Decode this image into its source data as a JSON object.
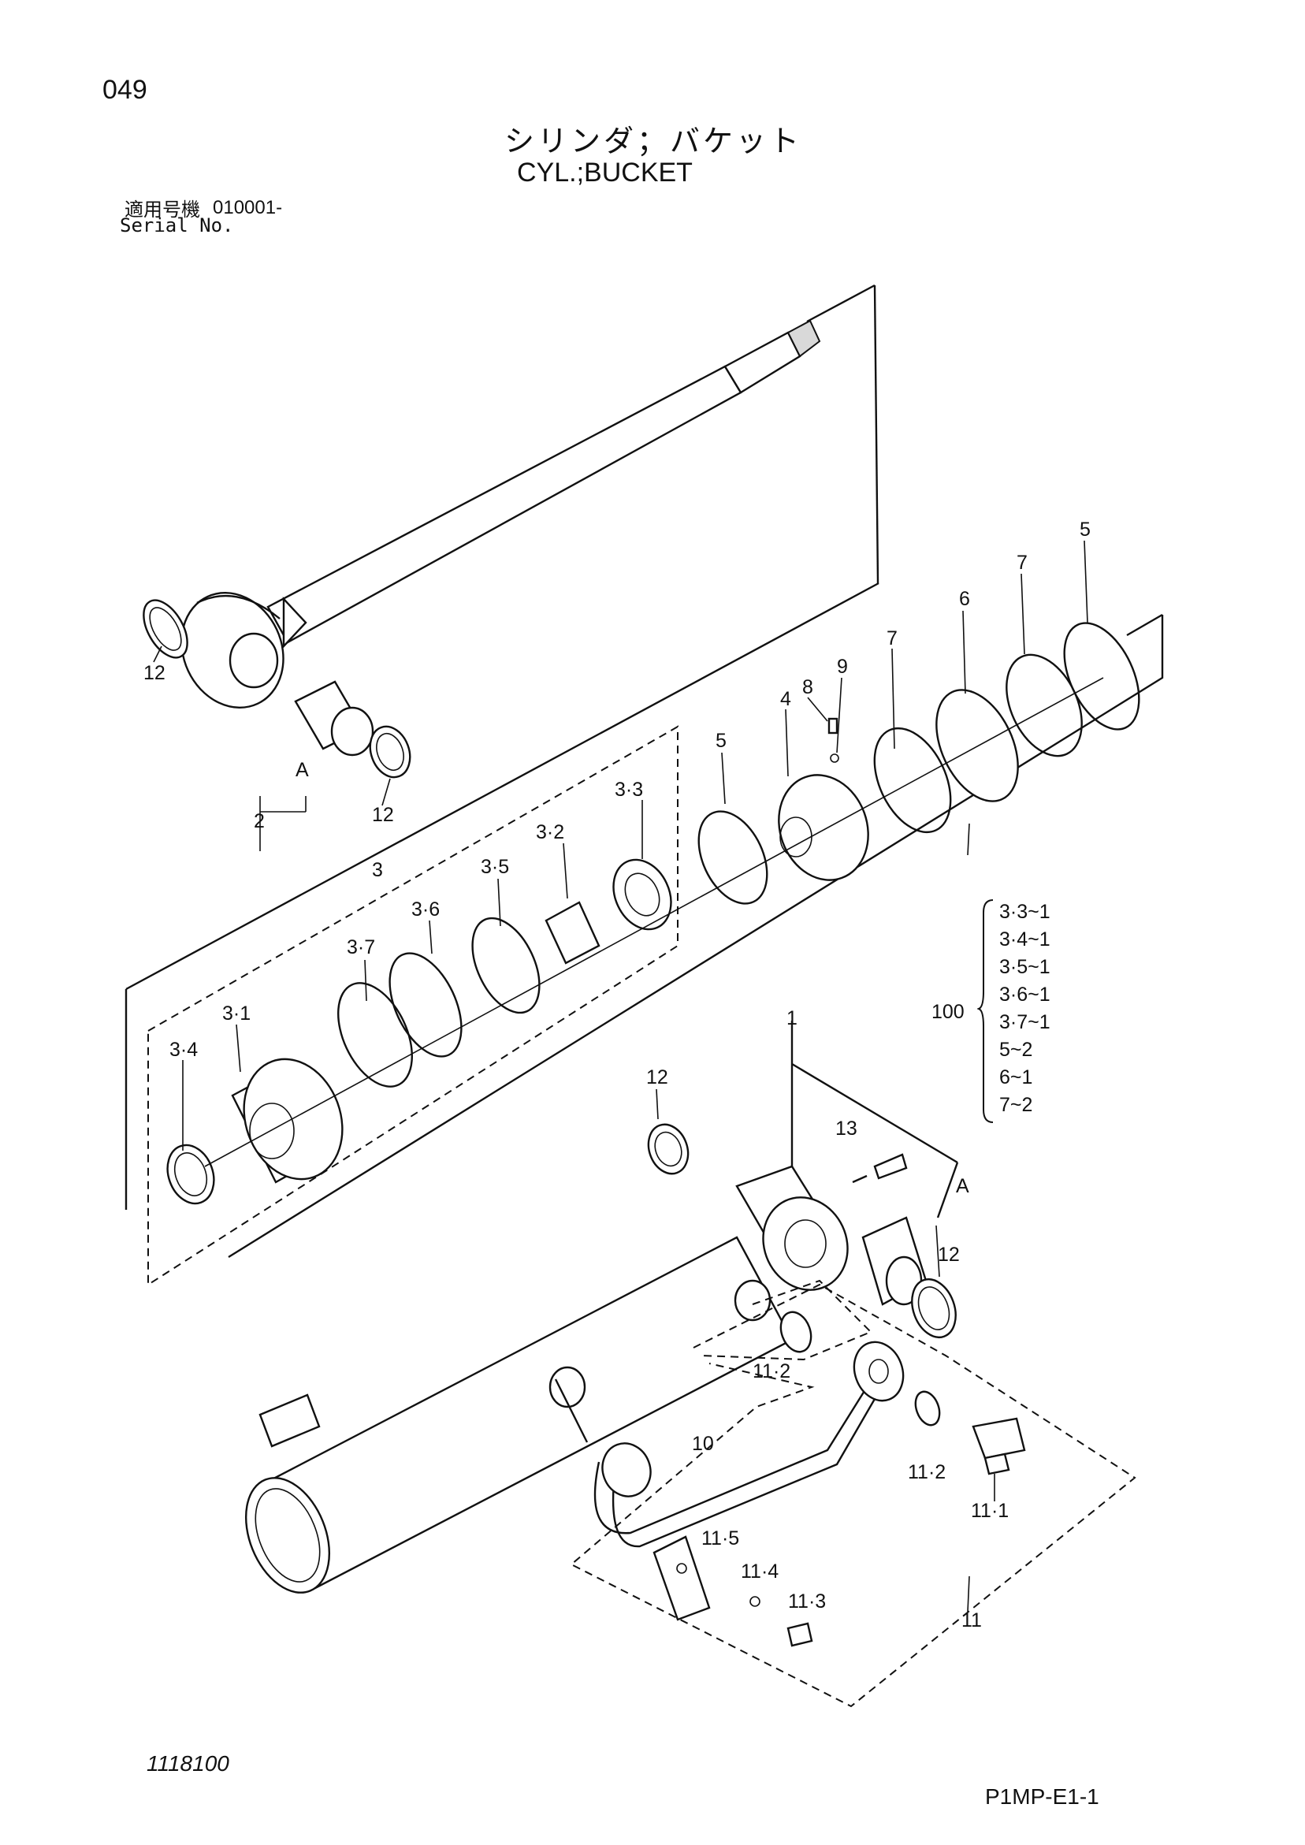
{
  "header": {
    "page_number": "049",
    "title_jp": "シリンダ；バケット",
    "title_en": "CYL.;BUCKET",
    "serial_jp": "適用号機",
    "serial_value": "010001-",
    "serial_en": "Serial No."
  },
  "footer": {
    "drawing_number": "1118100",
    "figure_code": "P1MP-E1-1"
  },
  "callouts": {
    "c1": "1",
    "c2": "2",
    "c3": "3",
    "c31": "3·1",
    "c32": "3·2",
    "c33": "3·3",
    "c34": "3·4",
    "c35": "3·5",
    "c36": "3·6",
    "c37": "3·7",
    "c4": "4",
    "c5a": "5",
    "c5b": "5",
    "c6": "6",
    "c7a": "7",
    "c7b": "7",
    "c8": "8",
    "c9": "9",
    "c10": "10",
    "c11": "11",
    "c111": "11·1",
    "c112a": "11·2",
    "c112b": "11·2",
    "c113": "11·3",
    "c114": "11·4",
    "c115": "11·5",
    "c12a": "12",
    "c12b": "12",
    "c12c": "12",
    "c12d": "12",
    "c13": "13",
    "cAa": "A",
    "cAb": "A"
  },
  "seal_kit": {
    "label": "100",
    "items": [
      "3·3~1",
      "3·4~1",
      "3·5~1",
      "3·6~1",
      "3·7~1",
      "5~2",
      "6~1",
      "7~2"
    ]
  }
}
